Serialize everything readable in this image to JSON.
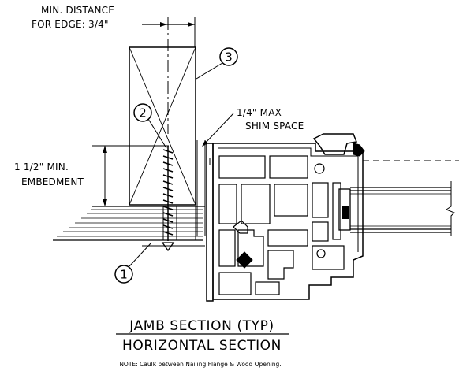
{
  "labels": {
    "min_distance_line1": "MIN. DISTANCE",
    "min_distance_line2": "FOR EDGE: 3/4\"",
    "shim_line1": "1/4\" MAX",
    "shim_line2": "SHIM SPACE",
    "embed_line1": "1 1/2\" MIN.",
    "embed_line2": "EMBEDMENT"
  },
  "callouts": [
    "1",
    "2",
    "3"
  ],
  "title": {
    "line1": "JAMB SECTION (TYP)",
    "line2": "HORIZONTAL SECTION"
  },
  "note": "NOTE: Caulk between Nailing Flange & Wood Opening."
}
